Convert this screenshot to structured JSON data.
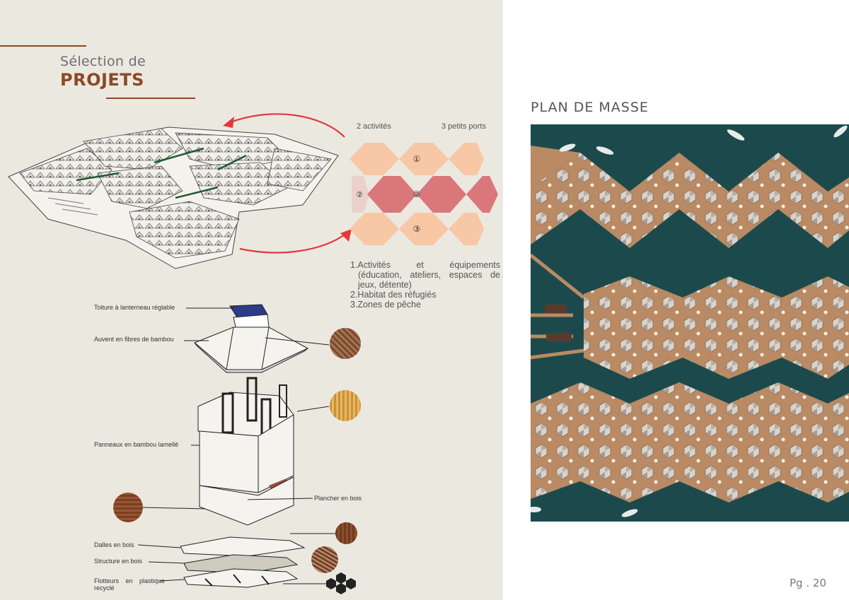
{
  "header": {
    "subtitle": "Sélection de",
    "title": "PROJETS"
  },
  "diagram": {
    "label_activities": "2 activités",
    "label_ports": "3 petits ports",
    "row_numbers": [
      "①",
      "②",
      "③"
    ],
    "side_number": "②",
    "colors": {
      "row1": "#f7c7a6",
      "row2": "#d9777a",
      "row3": "#f7c7a6",
      "arrow": "#e23a3a"
    }
  },
  "legend": {
    "item1_line1": "1.Activités et équipements",
    "item1_line2": "(éducation, ateliers, espaces de jeux, détente)",
    "item2": "2.Habitat des réfugiés",
    "item3": "3.Zones de pêche"
  },
  "components": {
    "roof_lantern": "Toiture à lanterneau réglable",
    "awning": "Auvent en fibres de bambou",
    "panels": "Panneaux en bambou lamellé",
    "floor": "Plancher en bois",
    "slabs": "Dalles en bois",
    "structure": "Structure en bois",
    "floats": "Flotteurs en plastique recyclé"
  },
  "plan": {
    "title": "PLAN DE MASSE",
    "colors": {
      "water": "#1c4a4c",
      "deck": "#b98a63"
    }
  },
  "footer": {
    "page": "Pg . 20"
  }
}
